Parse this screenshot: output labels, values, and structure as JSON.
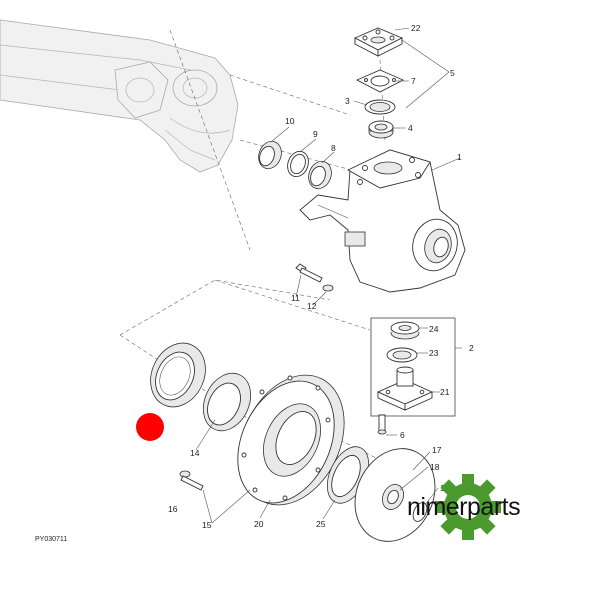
{
  "figure_code": "PY030711",
  "brand": {
    "name": "nimerparts",
    "accent_color": "#4a9a2e",
    "marker_color": "#ff0000"
  },
  "callouts": [
    {
      "id": "c22",
      "text": "22"
    },
    {
      "id": "c5",
      "text": "5"
    },
    {
      "id": "c7",
      "text": "7"
    },
    {
      "id": "c3",
      "text": "3"
    },
    {
      "id": "c4",
      "text": "4"
    },
    {
      "id": "c10",
      "text": "10"
    },
    {
      "id": "c9",
      "text": "9"
    },
    {
      "id": "c8",
      "text": "8"
    },
    {
      "id": "c1",
      "text": "1"
    },
    {
      "id": "c11",
      "text": "11"
    },
    {
      "id": "c12",
      "text": "12"
    },
    {
      "id": "c2",
      "text": "2"
    },
    {
      "id": "c24",
      "text": "24"
    },
    {
      "id": "c23",
      "text": "23"
    },
    {
      "id": "c21",
      "text": "21"
    },
    {
      "id": "c6",
      "text": "6"
    },
    {
      "id": "c14",
      "text": "14"
    },
    {
      "id": "c16",
      "text": "16"
    },
    {
      "id": "c15",
      "text": "15"
    },
    {
      "id": "c20",
      "text": "20"
    },
    {
      "id": "c25",
      "text": "25"
    },
    {
      "id": "c17",
      "text": "17"
    },
    {
      "id": "c18",
      "text": "18"
    },
    {
      "id": "c19",
      "text": "19"
    }
  ]
}
